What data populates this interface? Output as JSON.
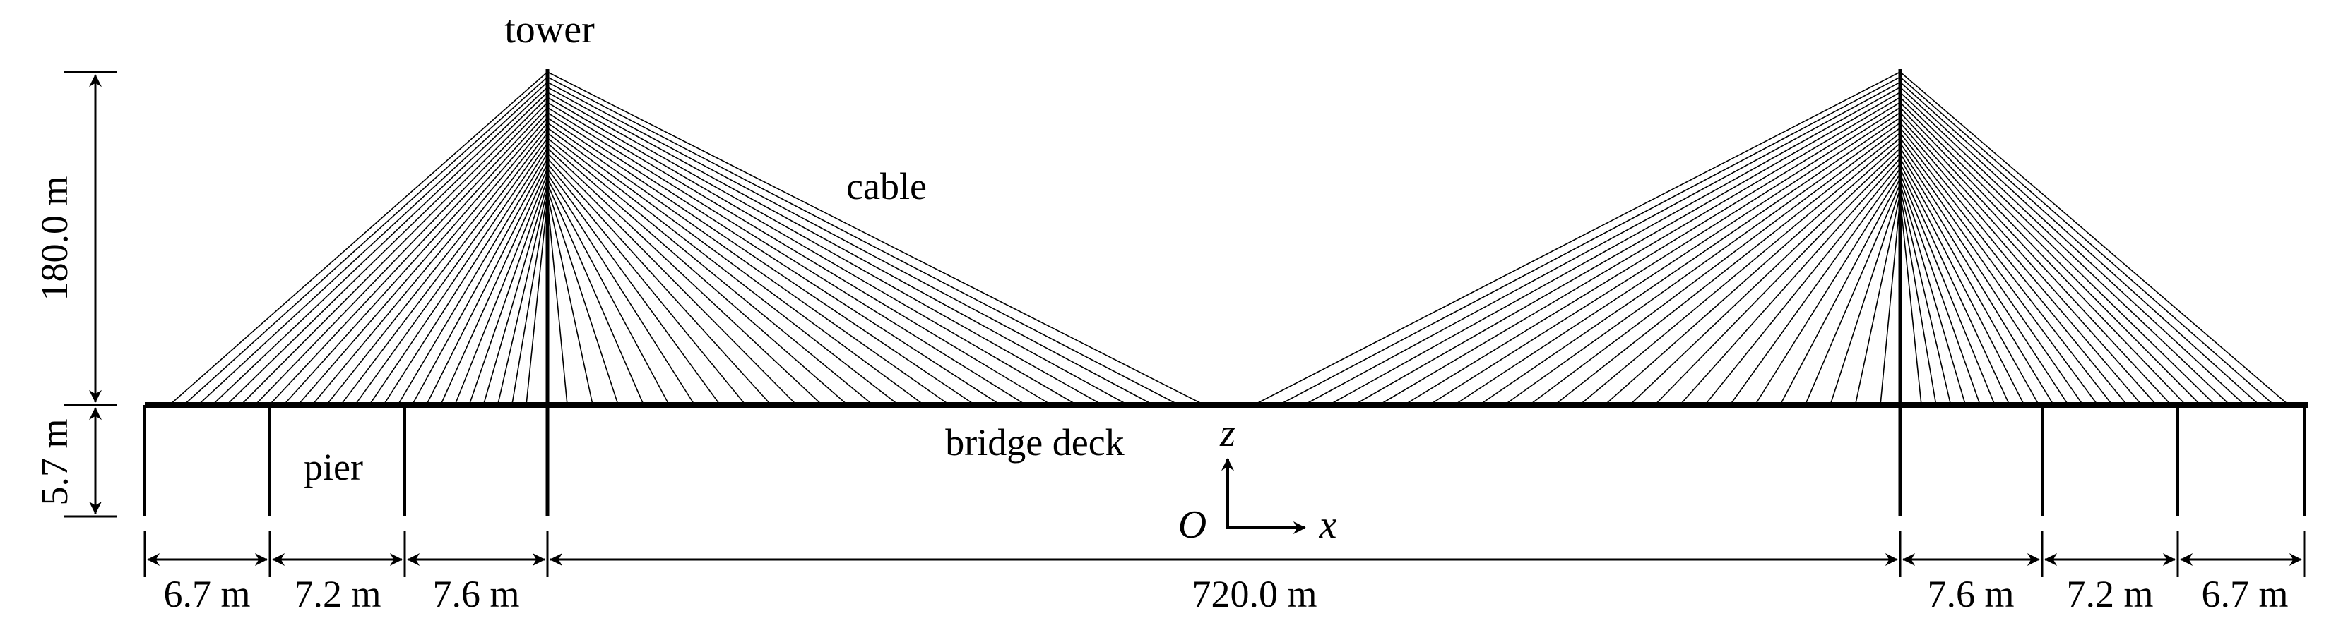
{
  "labels": {
    "tower": "tower",
    "cable": "cable",
    "pier": "pier",
    "bridge_deck": "bridge deck"
  },
  "dimensions": {
    "tower_height": "180.0 m",
    "pier_height": "5.7 m",
    "left_spans": [
      "6.7 m",
      "7.2 m",
      "7.6 m"
    ],
    "main_span": "720.0 m",
    "right_spans": [
      "7.6 m",
      "7.2 m",
      "6.7 m"
    ]
  },
  "axes": {
    "origin": "O",
    "x": "x",
    "z": "z"
  },
  "structure": {
    "tower_count": 2,
    "pier_count": 8,
    "cables_per_side": 26
  },
  "colors": {
    "line": "#000000",
    "background": "#ffffff"
  }
}
